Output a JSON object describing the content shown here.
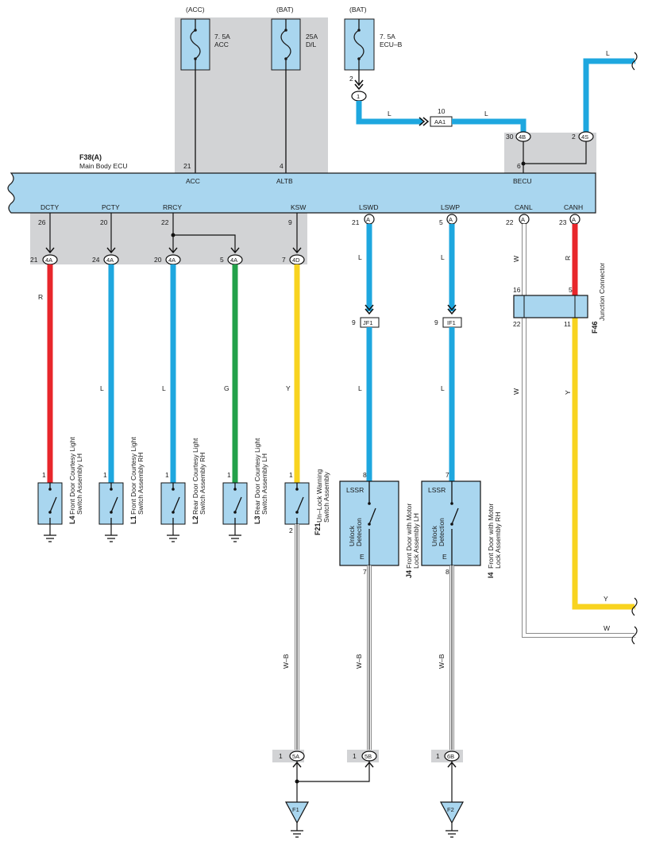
{
  "colors": {
    "box_fill": "#a9d6ef",
    "box_stroke": "#1a1a1a",
    "shade": "#d2d3d5",
    "wire_blue": "#1ea7df",
    "wire_red": "#e8262b",
    "wire_green": "#23a14a",
    "wire_yellow": "#f8d31f",
    "wire_white_outline": "#8a8a8a",
    "wire_black": "#111111"
  },
  "fuses": [
    {
      "top": "(ACC)",
      "line1": "7. 5A",
      "line2": "ACC"
    },
    {
      "top": "(BAT)",
      "line1": "25A",
      "line2": "D/L"
    },
    {
      "top": "(BAT)",
      "line1": "7. 5A",
      "line2": "ECU–B"
    }
  ],
  "ecu": {
    "code": "F38(A)",
    "name": "Main Body ECU",
    "top_pins": [
      {
        "name": "ACC",
        "num": "21"
      },
      {
        "name": "ALTB",
        "num": "4"
      },
      {
        "name": "BECU",
        "num": "6"
      }
    ],
    "bottom_pins": [
      {
        "name": "DCTY",
        "num": "26"
      },
      {
        "name": "PCTY",
        "num": "20"
      },
      {
        "name": "RRCY",
        "num": "22"
      },
      {
        "name": "KSW",
        "num": "9"
      },
      {
        "name": "LSWD",
        "num": "21"
      },
      {
        "name": "LSWP",
        "num": "5"
      },
      {
        "name": "CANL",
        "num": "22"
      },
      {
        "name": "CANH",
        "num": "23"
      }
    ]
  },
  "upper": {
    "ecub_pin": "2",
    "ecub_conn": "1",
    "wire_l1": "L",
    "aa1_pin": "10",
    "aa1": "AA1",
    "wire_l2": "L",
    "wire_l3": "L",
    "c4b_pin": "30",
    "c4b": "4B",
    "c4s_pin": "2",
    "c4s": "4S"
  },
  "connectors": [
    {
      "pin": "21",
      "label": "4A"
    },
    {
      "pin": "24",
      "label": "4A"
    },
    {
      "pin": "20",
      "label": "4A"
    },
    {
      "pin": "5",
      "label": "4A"
    },
    {
      "pin": "7",
      "label": "4D"
    },
    {
      "pin": "21",
      "label": "A"
    },
    {
      "pin": "5",
      "label": "A"
    },
    {
      "pin": "22",
      "label": "A"
    },
    {
      "pin": "23",
      "label": "A"
    }
  ],
  "wire_labels": {
    "dcty": "R",
    "pcty": "L",
    "rrcy": "L",
    "rlcy": "G",
    "ksw": "Y",
    "lswd_1": "L",
    "lswd_2": "L",
    "lswp_1": "L",
    "lswp_2": "L",
    "canl_1": "W",
    "canl_2": "W",
    "canh_1": "R",
    "canh_2": "Y",
    "ksw_gnd": "W–B",
    "lswd_gnd": "W–B",
    "lswp_gnd": "W–B",
    "out_y": "Y",
    "out_w": "W"
  },
  "junctions": [
    {
      "pin": "9",
      "label": "JF1"
    },
    {
      "pin": "9",
      "label": "IF1"
    }
  ],
  "f46": {
    "code": "F46",
    "name": "Junction Connector",
    "pin16": "16",
    "pin22": "22",
    "pin5": "5",
    "pin11": "11"
  },
  "switches": [
    {
      "pin": "1",
      "code": "L4",
      "line1": "Front Door Courtesy Light",
      "line2": "Switch Assembly LH"
    },
    {
      "pin": "1",
      "code": "L1",
      "line1": "Front Door Courtesy Light",
      "line2": "Switch Assembly RH"
    },
    {
      "pin": "1",
      "code": "L2",
      "line1": "Rear Door Courtesy Light",
      "line2": "Switch Assembly RH"
    },
    {
      "pin": "1",
      "code": "L3",
      "line1": "Rear Door Courtesy Light",
      "line2": "Switch Assembly LH"
    },
    {
      "pin": "1",
      "pin2": "2",
      "code": "F21",
      "line1": "Un–Lock Warning",
      "line2": "Switch Assembly"
    }
  ],
  "locks": [
    {
      "pin_top": "8",
      "pin_bot": "7",
      "lssr": "LSSR",
      "e": "E",
      "det1": "Unlock",
      "det2": "Detection",
      "code": "J4",
      "line1": "Front Door with Motor",
      "line2": "Lock Assembly LH"
    },
    {
      "pin_top": "7",
      "pin_bot": "8",
      "lssr": "LSSR",
      "e": "E",
      "det1": "Unlock",
      "det2": "Detection",
      "code": "I4",
      "line1": "Front Door with Motor",
      "line2": "Lock Assembly RH"
    }
  ],
  "grounds": [
    {
      "pin": "1",
      "conn": "5A"
    },
    {
      "pin": "1",
      "conn": "5B"
    },
    {
      "pin": "1",
      "conn": "6B"
    }
  ],
  "ground_points": [
    "F1",
    "F2"
  ]
}
